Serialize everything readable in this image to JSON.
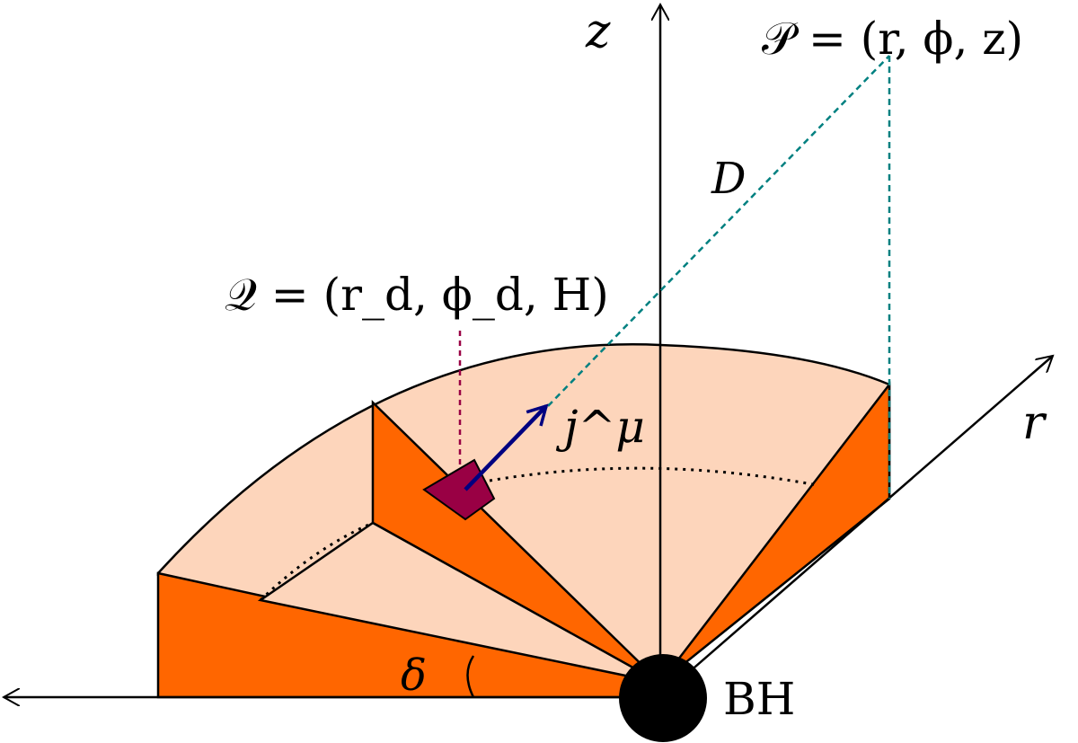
{
  "labels": {
    "z_axis": "z",
    "r_axis": "r",
    "point_p": "𝒫 = (r, ϕ, z)",
    "point_q": "𝒬 = (r_d, ϕ_d, H)",
    "distance": "D",
    "current": "j^μ",
    "angle": "δ",
    "black_hole": "BH"
  },
  "colors": {
    "disk_top": "#fdd5bb",
    "disk_wedge": "#ff6600",
    "emitter": "#990044",
    "current_arrow": "#000080",
    "dashed_line": "#008080",
    "emitter_drop": "#990044",
    "outline": "#000000",
    "black_hole": "#000000"
  }
}
